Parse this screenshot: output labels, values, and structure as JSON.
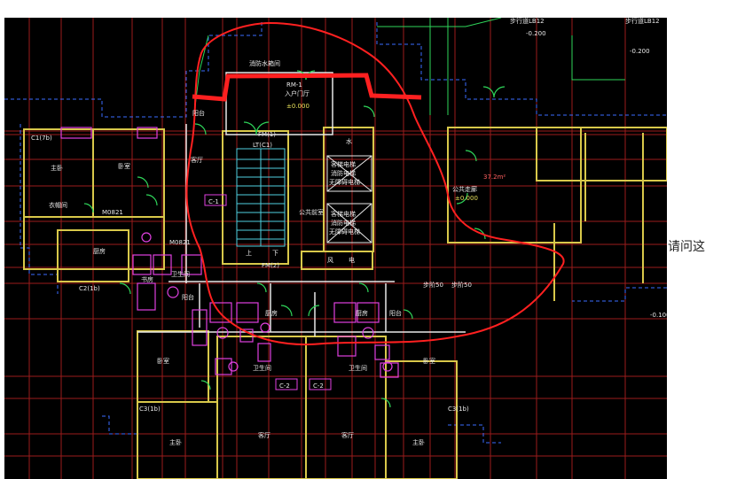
{
  "side_text": "请问这",
  "colors": {
    "background": "#000000",
    "grid_red": "#9b1c1c",
    "wall_yellow": "#d8c84a",
    "wall_white": "#e8e8e8",
    "door_green": "#2fd65a",
    "fixture_magenta": "#e040e0",
    "dim_cyan": "#4fd0e0",
    "outline_blue": "#3a6cff",
    "markup_red": "#ff2020"
  },
  "labels": {
    "entry_rm": "RM-1",
    "entry_hall": "入户门厅",
    "entry_level": "±0.000",
    "fire_tank": "消防水箱间",
    "level_top1": "-0.200",
    "level_top2": "-0.200",
    "top_right1": "步行道LB12",
    "top_right2": "步行道LB12",
    "left_master": "主卧",
    "left_bed": "卧室",
    "left_closet": "衣帽间",
    "left_balcony": "阳台",
    "left_living": "客厅",
    "left_kitchen": "厨房",
    "left_study": "书房",
    "left_bath": "卫生间",
    "win_c1": "C1(7b)",
    "win_c2": "C2(1b)",
    "tag_c1": "C-1",
    "tag_c2a": "C-2",
    "tag_c2b": "C-2",
    "stair_ltc": "LT(C1)",
    "stair_up": "上",
    "stair_down": "下",
    "elev1_a": "客梯电梯",
    "elev1_b": "消防电梯",
    "elev1_c": "无障碍电梯",
    "elev2_a": "客梯电梯",
    "elev2_b": "消防电梯",
    "elev2_c": "无障碍电梯",
    "water": "水",
    "public_corridor": "公共前室",
    "wind": "风",
    "elec": "电",
    "right_hall": "公共走廊",
    "right_level": "±0.000",
    "right_area": "37.2m²",
    "step1": "步阶50",
    "step2": "步阶50",
    "bot_master1": "主卧",
    "bot_living1": "客厅",
    "bot_living2": "客厅",
    "bot_master2": "主卧",
    "bot_bed1": "卧室",
    "bot_bed2": "卧室",
    "bot_kitchen1": "厨房",
    "bot_kitchen2": "厨房",
    "bot_bath1": "卫生间",
    "bot_bath2": "卫生间",
    "bot_bal1": "阳台",
    "bot_bal2": "阳台",
    "door_m1": "FM(1)",
    "door_m2": "FM(2)",
    "door_m3": "M0821",
    "door_m4": "M0821",
    "level_right": "-0.100",
    "win_c3": "C3(1b)",
    "win_c4": "C3(1b)"
  }
}
